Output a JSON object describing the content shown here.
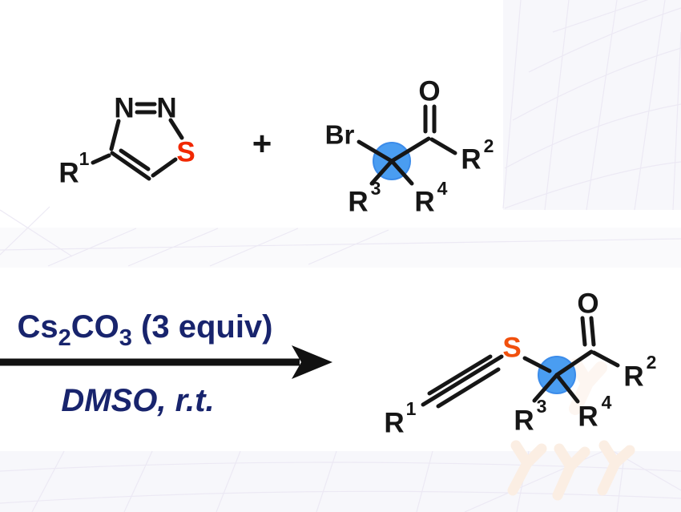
{
  "colors": {
    "bond_and_text": "#161616",
    "sulfur_reactant": "#f12800",
    "sulfur_product": "#f1500d",
    "highlight_fill": "#4a9df1",
    "highlight_stroke": "#3c8cea",
    "conditions_text": "#18246d",
    "arrow": "#111111"
  },
  "reactants": {
    "thiadiazole": {
      "n1": "N",
      "n2": "N",
      "sulfur": "S",
      "r1": "R",
      "r1_sup": "1"
    },
    "plus": "+",
    "bromoketone": {
      "bromine": "Br",
      "oxygen": "O",
      "r2": "R",
      "r2_sup": "2",
      "r3": "R",
      "r3_sup": "3",
      "r4": "R",
      "r4_sup": "4"
    }
  },
  "arrow_conditions": {
    "above_cs": "Cs",
    "above_sub2": "2",
    "above_co": "CO",
    "above_sub3": "3",
    "above_rest": " (3 equiv)",
    "below": "DMSO, r.t."
  },
  "product": {
    "r1": "R",
    "r1_sup": "1",
    "sulfur": "S",
    "oxygen": "O",
    "r2": "R",
    "r2_sup": "2",
    "r3": "R",
    "r3_sup": "3",
    "r4": "R",
    "r4_sup": "4"
  }
}
